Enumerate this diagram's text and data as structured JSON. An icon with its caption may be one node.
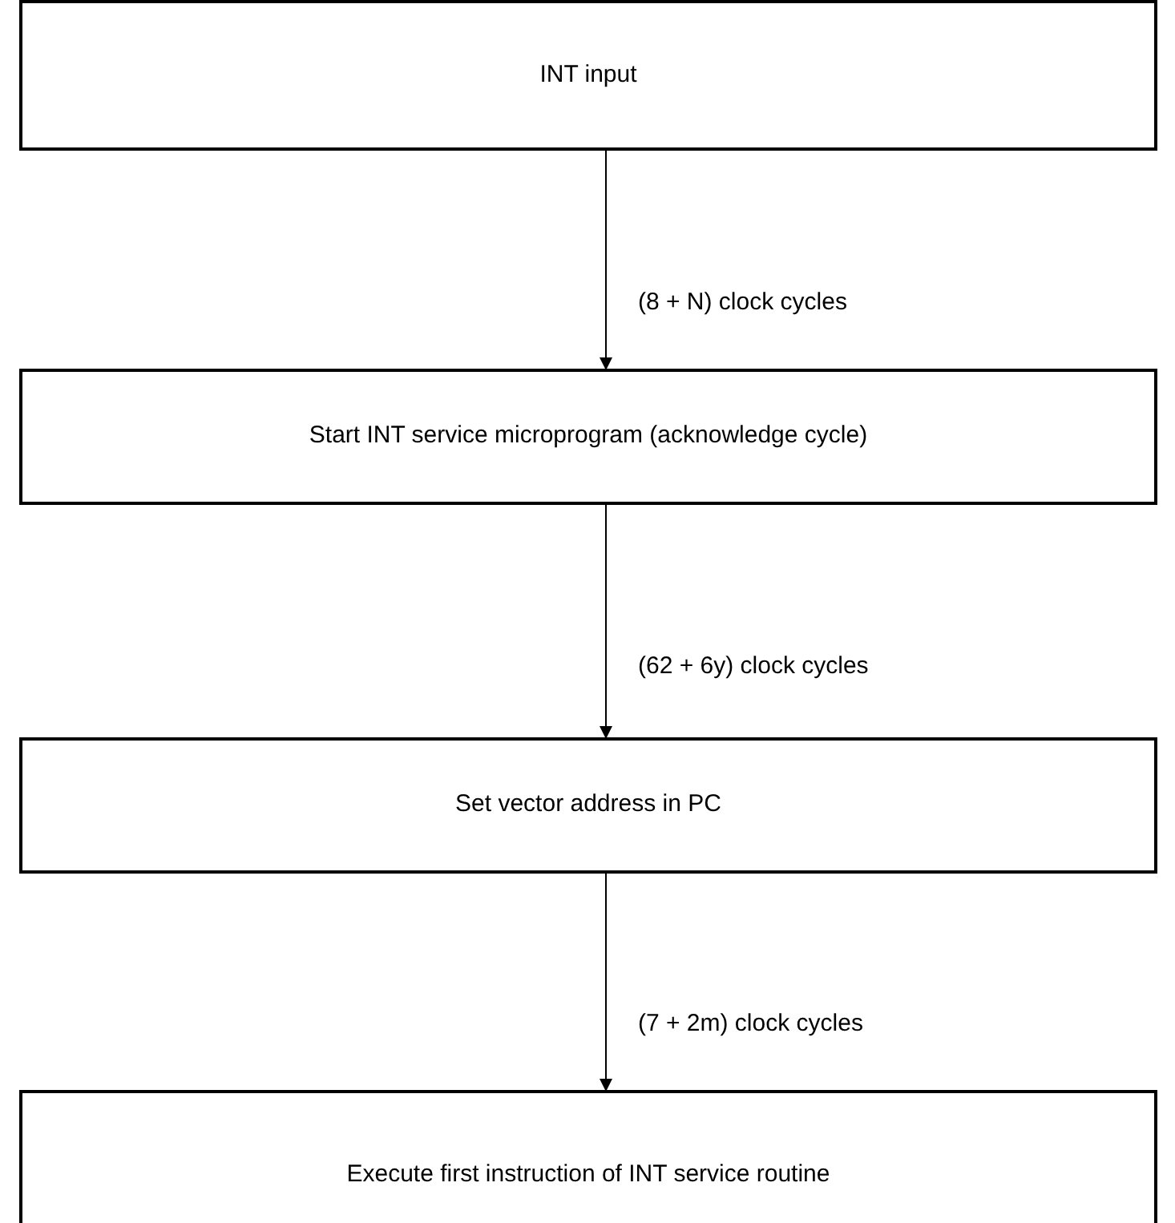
{
  "diagram": {
    "nodes": [
      {
        "text": [
          "INT input"
        ]
      },
      {
        "text": [
          "Start INT service microprogram (acknowledge cycle)"
        ]
      },
      {
        "text": [
          "Set vector address in PC"
        ]
      },
      {
        "text": [
          "Execute first instruction of INT service routine"
        ]
      }
    ],
    "edges": [
      {
        "from": 0,
        "to": 1,
        "arrow": "to",
        "label": "(8 + N) clock cycles"
      },
      {
        "from": 1,
        "to": 2,
        "arrow": "to",
        "label": "(62 + 6y) clock cycles"
      },
      {
        "from": 2,
        "to": 3,
        "arrow": "to",
        "label": "(7 + 2m) clock cycles"
      }
    ]
  }
}
